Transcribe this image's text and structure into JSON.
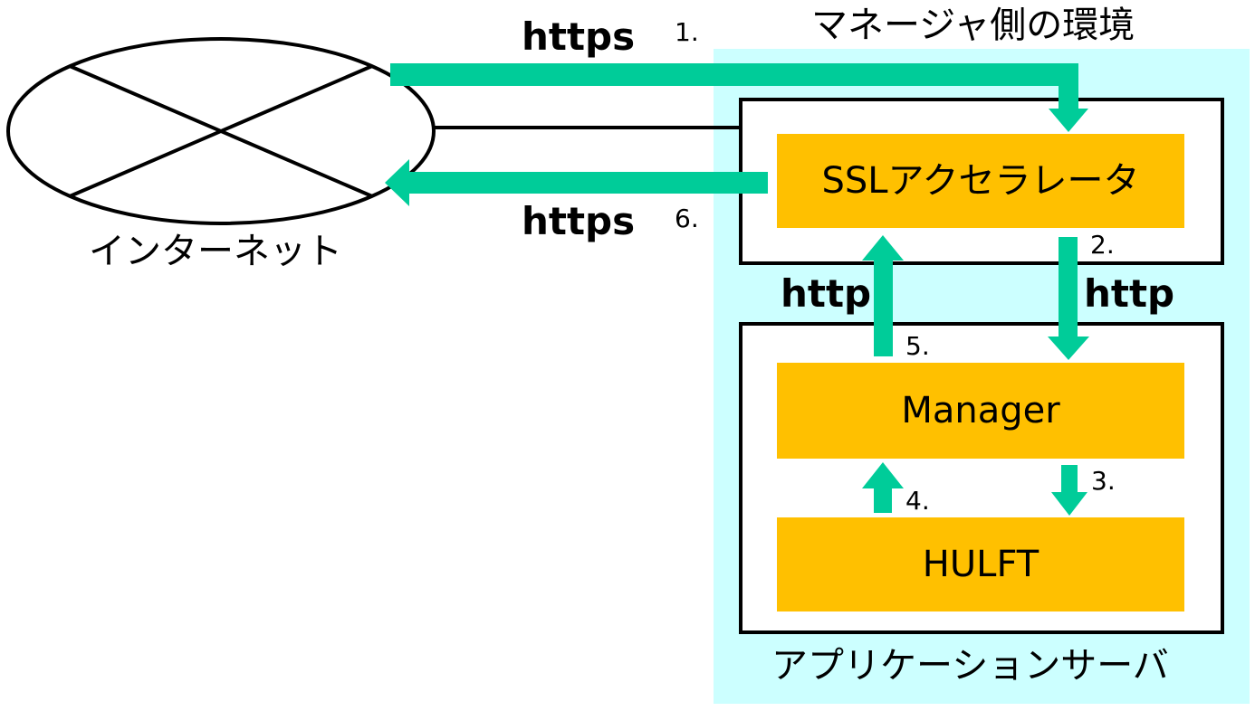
{
  "environment": {
    "title": "マネージャ側の環境"
  },
  "internet": {
    "label": "インターネット"
  },
  "components": {
    "ssl_accelerator": "SSLアクセラレータ",
    "manager": "Manager",
    "hulft": "HULFT"
  },
  "app_server": {
    "label": "アプリケーションサーバ"
  },
  "protocols": {
    "https_in": "https",
    "https_out": "https",
    "http_up": "http",
    "http_down": "http"
  },
  "steps": {
    "s1": "1.",
    "s2": "2.",
    "s3": "3.",
    "s4": "4.",
    "s5": "5.",
    "s6": "6."
  },
  "colors": {
    "environment_bg": "#ccffff",
    "component_fill": "#ffc000",
    "arrow": "#00cc99",
    "outline": "#000000"
  }
}
